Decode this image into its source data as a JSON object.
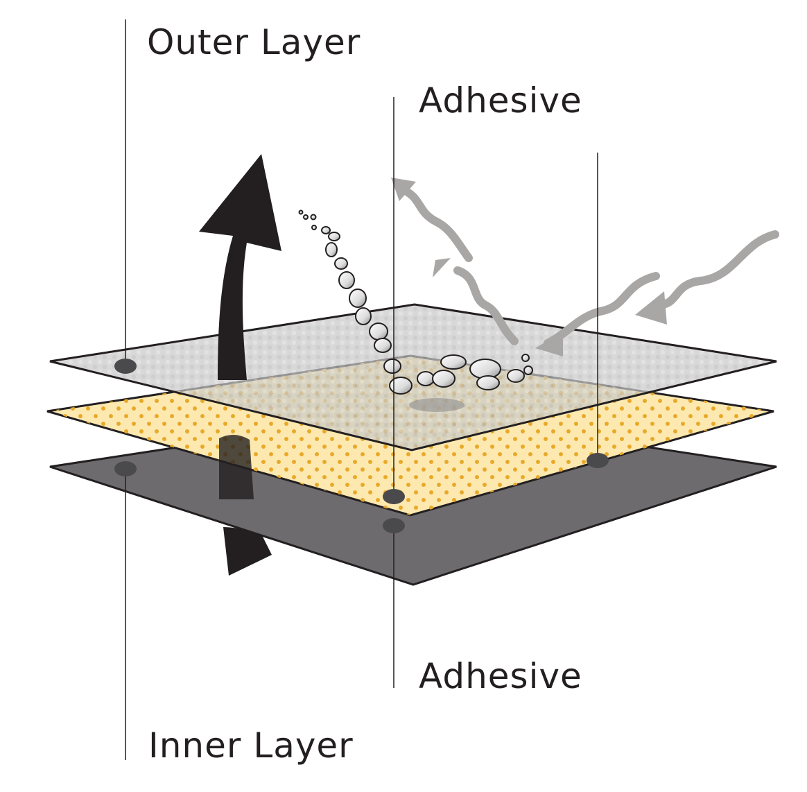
{
  "labels": {
    "outer_layer": "Outer Layer",
    "adhesive_top": "Adhesive",
    "adhesive_bottom": "Adhesive",
    "inner_layer": "Inner Layer"
  },
  "colors": {
    "outer_layer": "#c9c9c9",
    "adhesive_layer": "#fde9b0",
    "adhesive_dots": "#e8a92a",
    "inner_layer": "#6d6b6e",
    "vapor_arrow": "#231f20",
    "heat_arrows": "#a9a6a6",
    "leader_lines": "#231f20"
  },
  "icons": {
    "vapor_arrow": "up-arrow-icon",
    "heat_arrows": "wavy-arrow-icon",
    "water_droplets": "droplet-icon"
  }
}
